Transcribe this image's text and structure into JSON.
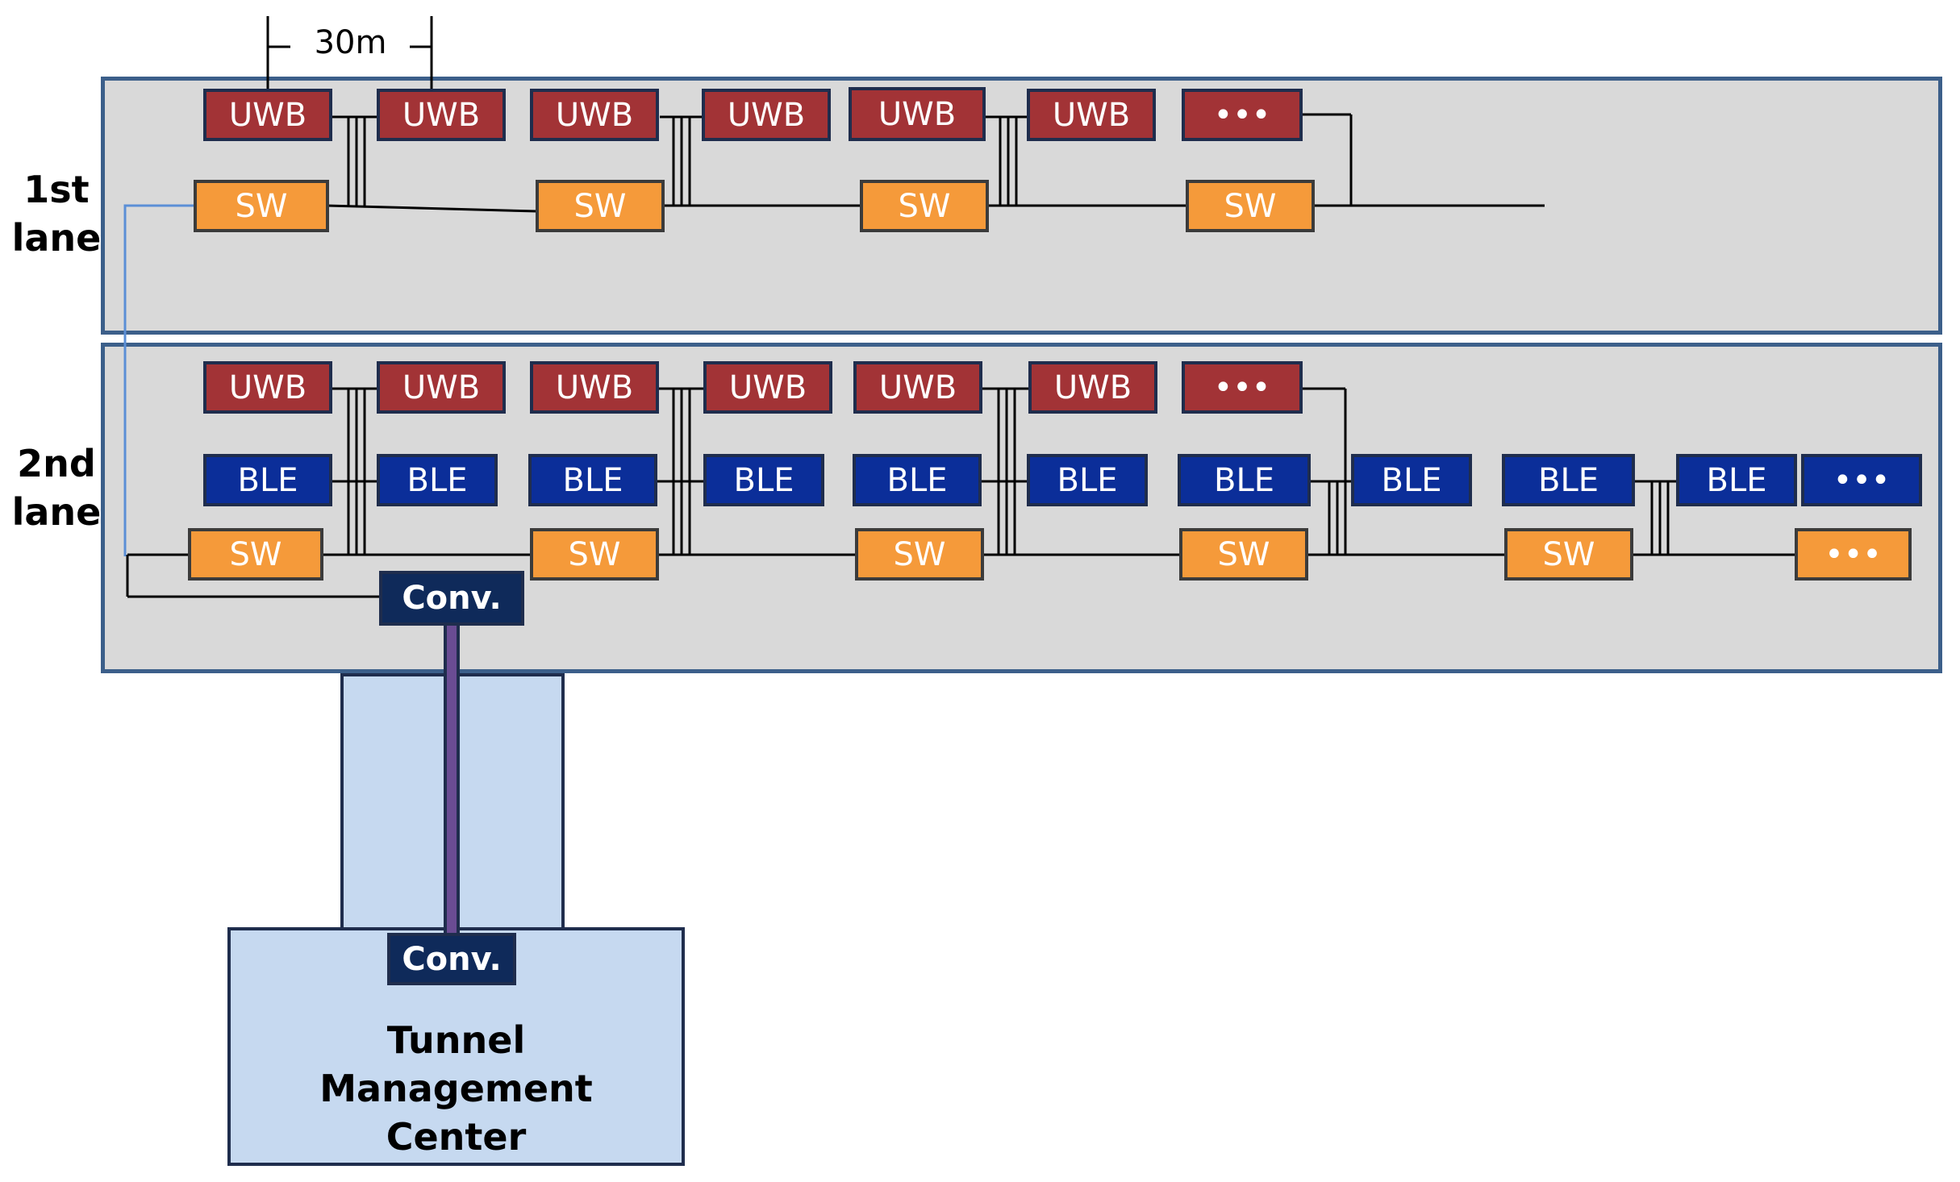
{
  "labels": {
    "lane1": [
      "1st",
      "lane"
    ],
    "lane2": [
      "2nd",
      "lane"
    ],
    "spacing": "30m"
  },
  "nodes": {
    "uwb": "UWB",
    "ble": "BLE",
    "sw": "SW",
    "more": "•••",
    "conv": "Conv."
  },
  "center": {
    "lines": [
      "Tunnel",
      "Management",
      "Center"
    ]
  },
  "colors": {
    "uwb": "#a23336",
    "ble": "#0b2e99",
    "sw": "#f59a3a",
    "conv": "#0f2a5a",
    "lane_fill": "#d9d9d9",
    "center_fill": "#c6d9f0",
    "fiber": "#6a4c93"
  }
}
